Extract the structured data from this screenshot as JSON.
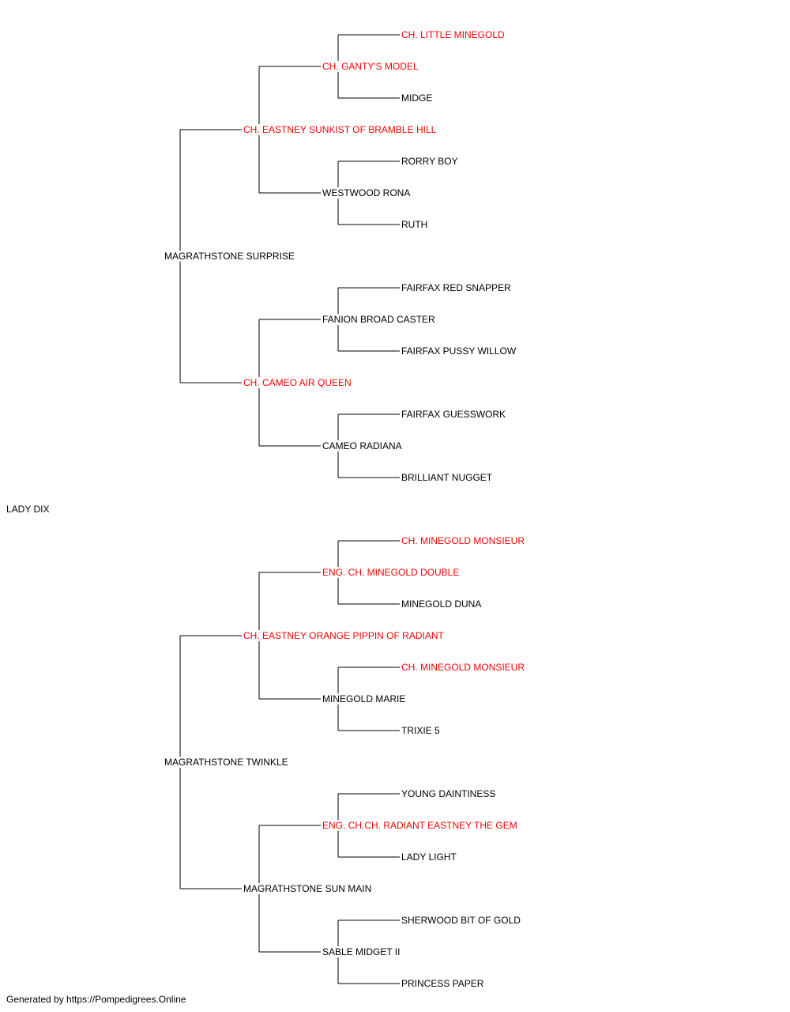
{
  "colors": {
    "champion": "#ff0000",
    "regular": "#000000",
    "line": "#000000"
  },
  "pedigree": {
    "subject": {
      "name": "LADY DIX",
      "champion": false
    },
    "sire": {
      "name": "MAGRATHSTONE SURPRISE",
      "champion": false,
      "sire": {
        "name": "CH. EASTNEY SUNKIST OF BRAMBLE HILL",
        "champion": true,
        "sire": {
          "name": "CH. GANTY'S MODEL",
          "champion": true,
          "sire": {
            "name": "CH. LITTLE MINEGOLD",
            "champion": true
          },
          "dam": {
            "name": "MIDGE",
            "champion": false
          }
        },
        "dam": {
          "name": "WESTWOOD RONA",
          "champion": false,
          "sire": {
            "name": "RORRY BOY",
            "champion": false
          },
          "dam": {
            "name": "RUTH",
            "champion": false
          }
        }
      },
      "dam": {
        "name": "CH. CAMEO AIR QUEEN",
        "champion": true,
        "sire": {
          "name": "FANION BROAD CASTER",
          "champion": false,
          "sire": {
            "name": "FAIRFAX RED SNAPPER",
            "champion": false
          },
          "dam": {
            "name": "FAIRFAX PUSSY WILLOW",
            "champion": false
          }
        },
        "dam": {
          "name": "CAMEO RADIANA",
          "champion": false,
          "sire": {
            "name": "FAIRFAX GUESSWORK",
            "champion": false
          },
          "dam": {
            "name": "BRILLIANT NUGGET",
            "champion": false
          }
        }
      }
    },
    "dam": {
      "name": "MAGRATHSTONE TWINKLE",
      "champion": false,
      "sire": {
        "name": "CH. EASTNEY ORANGE PIPPIN OF RADIANT",
        "champion": true,
        "sire": {
          "name": "ENG. CH. MINEGOLD DOUBLE",
          "champion": true,
          "sire": {
            "name": "CH. MINEGOLD MONSIEUR",
            "champion": true
          },
          "dam": {
            "name": "MINEGOLD DUNA",
            "champion": false
          }
        },
        "dam": {
          "name": "MINEGOLD MARIE",
          "champion": false,
          "sire": {
            "name": "CH. MINEGOLD MONSIEUR",
            "champion": true
          },
          "dam": {
            "name": "TRIXIE 5",
            "champion": false
          }
        }
      },
      "dam": {
        "name": "MAGRATHSTONE SUN MAIN",
        "champion": false,
        "sire": {
          "name": "ENG. CH.CH. RADIANT EASTNEY THE GEM",
          "champion": true,
          "sire": {
            "name": "YOUNG DAINTINESS",
            "champion": false
          },
          "dam": {
            "name": "LADY LIGHT",
            "champion": false
          }
        },
        "dam": {
          "name": "SABLE MIDGET II",
          "champion": false,
          "sire": {
            "name": "SHERWOOD BIT OF GOLD",
            "champion": false
          },
          "dam": {
            "name": "PRINCESS PAPER",
            "champion": false
          }
        }
      }
    }
  },
  "footer": "Generated by https://Pompedigrees.Online"
}
